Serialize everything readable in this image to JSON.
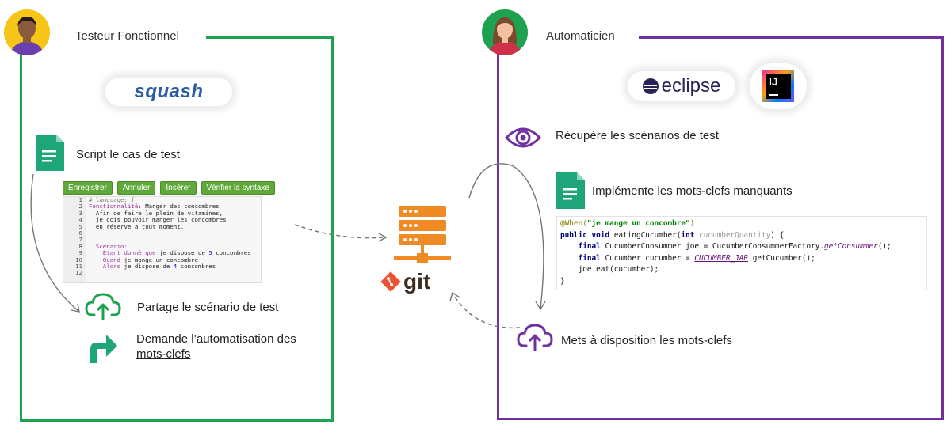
{
  "roles": {
    "left": "Testeur Fonctionnel",
    "right": "Automaticien"
  },
  "logos": {
    "squash": "squash",
    "eclipse": "eclipse",
    "intellij": "IJ",
    "git": "git"
  },
  "left_steps": {
    "script": "Script le cas de test",
    "share": "Partage le scénario de test",
    "request_line1": "Demande l’automatisation  des",
    "request_line2": "mots-clefs"
  },
  "right_steps": {
    "retrieve": "Récupère les scénarios de test",
    "implement": "Implémente les mots-clefs manquants",
    "provide": "Mets à disposition les mots-clefs"
  },
  "editor_toolbar": [
    "Enregistrer",
    "Annuler",
    "Insérer",
    "Vérifier la syntaxe"
  ],
  "gherkin": {
    "line_numbers": [
      "1",
      "2",
      "3",
      "4",
      "5",
      "6",
      "7",
      "8",
      "9",
      "10",
      "11",
      "12"
    ],
    "l1": "# language: fr",
    "l2_kw": "Fonctionnalité:",
    "l2_rest": " Manger des concombres",
    "l3": "  Afin de faire le plein de vitamines,",
    "l4": "  je dois pouvoir manger les concombres",
    "l5": "  en réserve à tout moment.",
    "l8": "  Scénario:",
    "l9_kw": "    Étant donné que",
    "l9_a": " je dispose de ",
    "l9_num": "5",
    "l9_b": " concombres",
    "l10_kw": "    Quand",
    "l10_rest": " je mange un concombre",
    "l11_kw": "    Alors",
    "l11_a": " je dispose de ",
    "l11_num": "4",
    "l11_b": " concombres"
  },
  "java": {
    "ann": "@When(",
    "ann_str": "\"je mange un concombre\"",
    "ann_close": ")",
    "sig_kw": "public void",
    "sig_name": " eatingCucumber(",
    "sig_type_kw": "int",
    "sig_param": " cucumberQuantity",
    "sig_close": ") {",
    "l3_kw": "    final",
    "l3_a": " CucumberConsummer joe = CucumberConsummerFactory.",
    "l3_it": "getConsummer",
    "l3_b": "();",
    "l4_kw": "    final",
    "l4_a": " Cucumber cucumber = ",
    "l4_const": "CUCUMBER_JAR",
    "l4_b": ".getCucumber();",
    "l5": "    joe.eat(cucumber);",
    "l6": "}"
  },
  "colors": {
    "green": "#1ea24f",
    "purple": "#7030a0",
    "orange": "#f08a24",
    "avatar_bg": "#f5c518"
  }
}
